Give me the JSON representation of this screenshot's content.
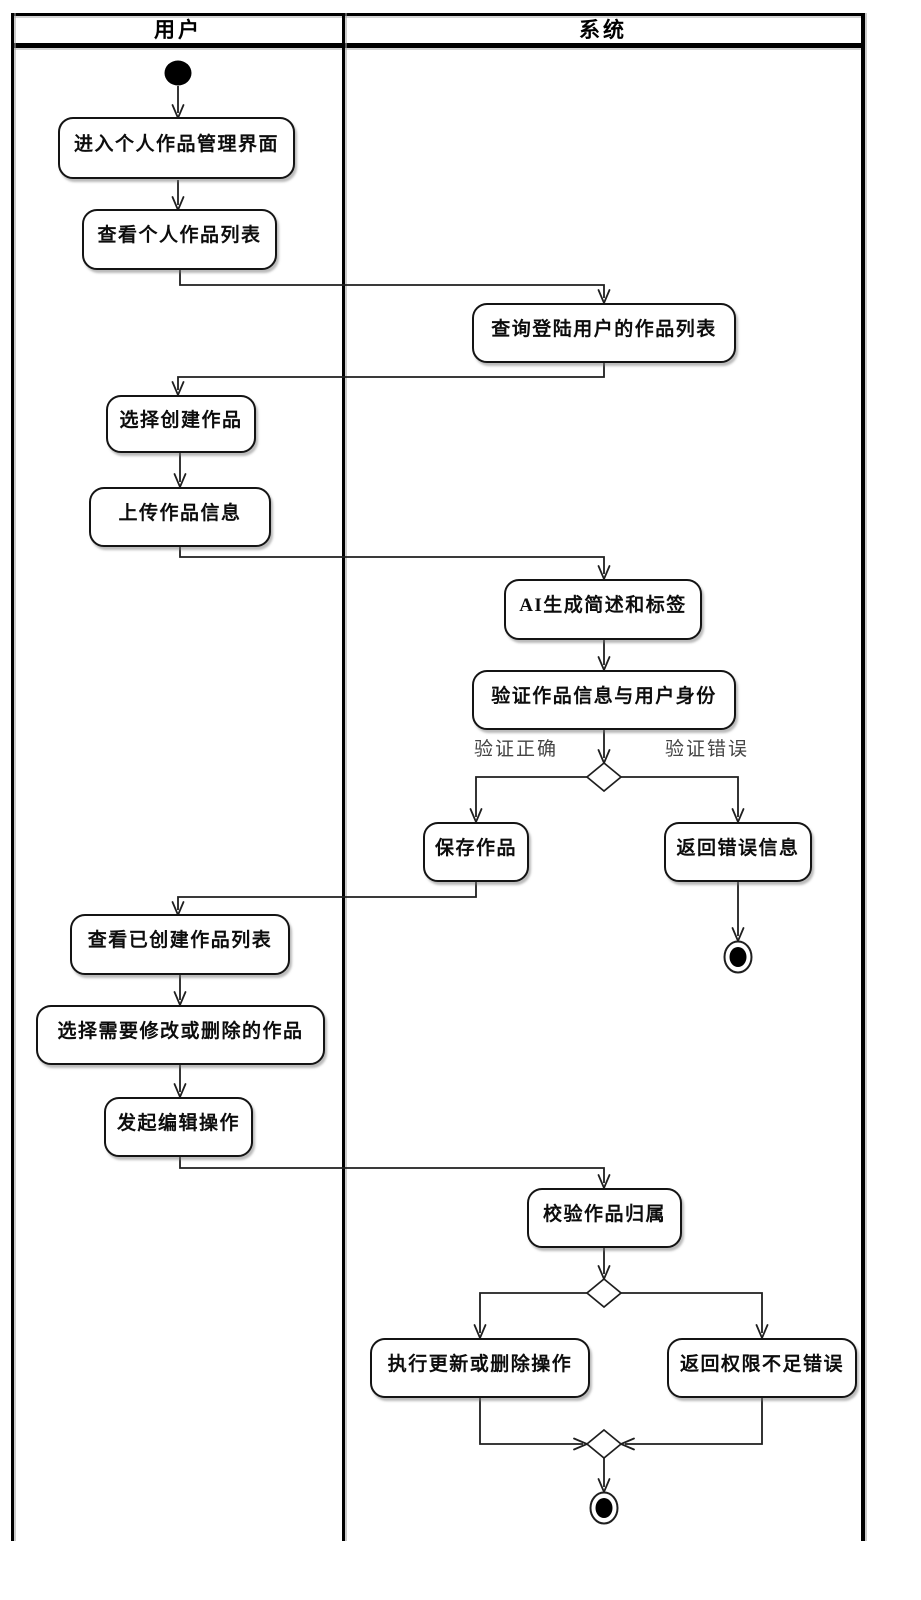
{
  "diagram": {
    "type": "uml-activity-swimlane",
    "lanes": [
      {
        "id": "user",
        "title": "用户"
      },
      {
        "id": "system",
        "title": "系统"
      }
    ],
    "nodes": {
      "a1": {
        "lane": "user",
        "label": "进入个人作品管理界面"
      },
      "a2": {
        "lane": "user",
        "label": "查看个人作品列表"
      },
      "s1": {
        "lane": "system",
        "label": "查询登陆用户的作品列表"
      },
      "a3": {
        "lane": "user",
        "label": "选择创建作品"
      },
      "a4": {
        "lane": "user",
        "label": "上传作品信息"
      },
      "s2": {
        "lane": "system",
        "label": "AI生成简述和标签"
      },
      "s3": {
        "lane": "system",
        "label": "验证作品信息与用户身份"
      },
      "b1": {
        "lane": "system",
        "label": "保存作品"
      },
      "b2": {
        "lane": "system",
        "label": "返回错误信息"
      },
      "a5": {
        "lane": "user",
        "label": "查看已创建作品列表"
      },
      "a6": {
        "lane": "user",
        "label": "选择需要修改或删除的作品"
      },
      "a7": {
        "lane": "user",
        "label": "发起编辑操作"
      },
      "s4": {
        "lane": "system",
        "label": "校验作品归属"
      },
      "b3": {
        "lane": "system",
        "label": "执行更新或删除操作"
      },
      "b4": {
        "lane": "system",
        "label": "返回权限不足错误"
      }
    },
    "edge_labels": {
      "verify_ok": "验证正确",
      "verify_error": "验证错误"
    },
    "edges": [
      {
        "from": "start",
        "to": "a1"
      },
      {
        "from": "a1",
        "to": "a2"
      },
      {
        "from": "a2",
        "to": "s1"
      },
      {
        "from": "s1",
        "to": "a3"
      },
      {
        "from": "a3",
        "to": "a4"
      },
      {
        "from": "a4",
        "to": "s2"
      },
      {
        "from": "s2",
        "to": "s3"
      },
      {
        "from": "s3",
        "to": "decision1"
      },
      {
        "from": "decision1",
        "to": "b1",
        "label": "验证正确"
      },
      {
        "from": "decision1",
        "to": "b2",
        "label": "验证错误"
      },
      {
        "from": "b1",
        "to": "a5"
      },
      {
        "from": "b2",
        "to": "end1"
      },
      {
        "from": "a5",
        "to": "a6"
      },
      {
        "from": "a6",
        "to": "a7"
      },
      {
        "from": "a7",
        "to": "s4"
      },
      {
        "from": "s4",
        "to": "decision2"
      },
      {
        "from": "decision2",
        "to": "b3"
      },
      {
        "from": "decision2",
        "to": "b4"
      },
      {
        "from": "b3",
        "to": "merge1"
      },
      {
        "from": "b4",
        "to": "merge1"
      },
      {
        "from": "merge1",
        "to": "end2"
      }
    ],
    "colors": {
      "line": "#1f1f1f",
      "frame": "#000000",
      "box_fill": "#ffffff",
      "box_border": "#141414",
      "guard_label": "#454545",
      "background": "#ffffff"
    }
  }
}
